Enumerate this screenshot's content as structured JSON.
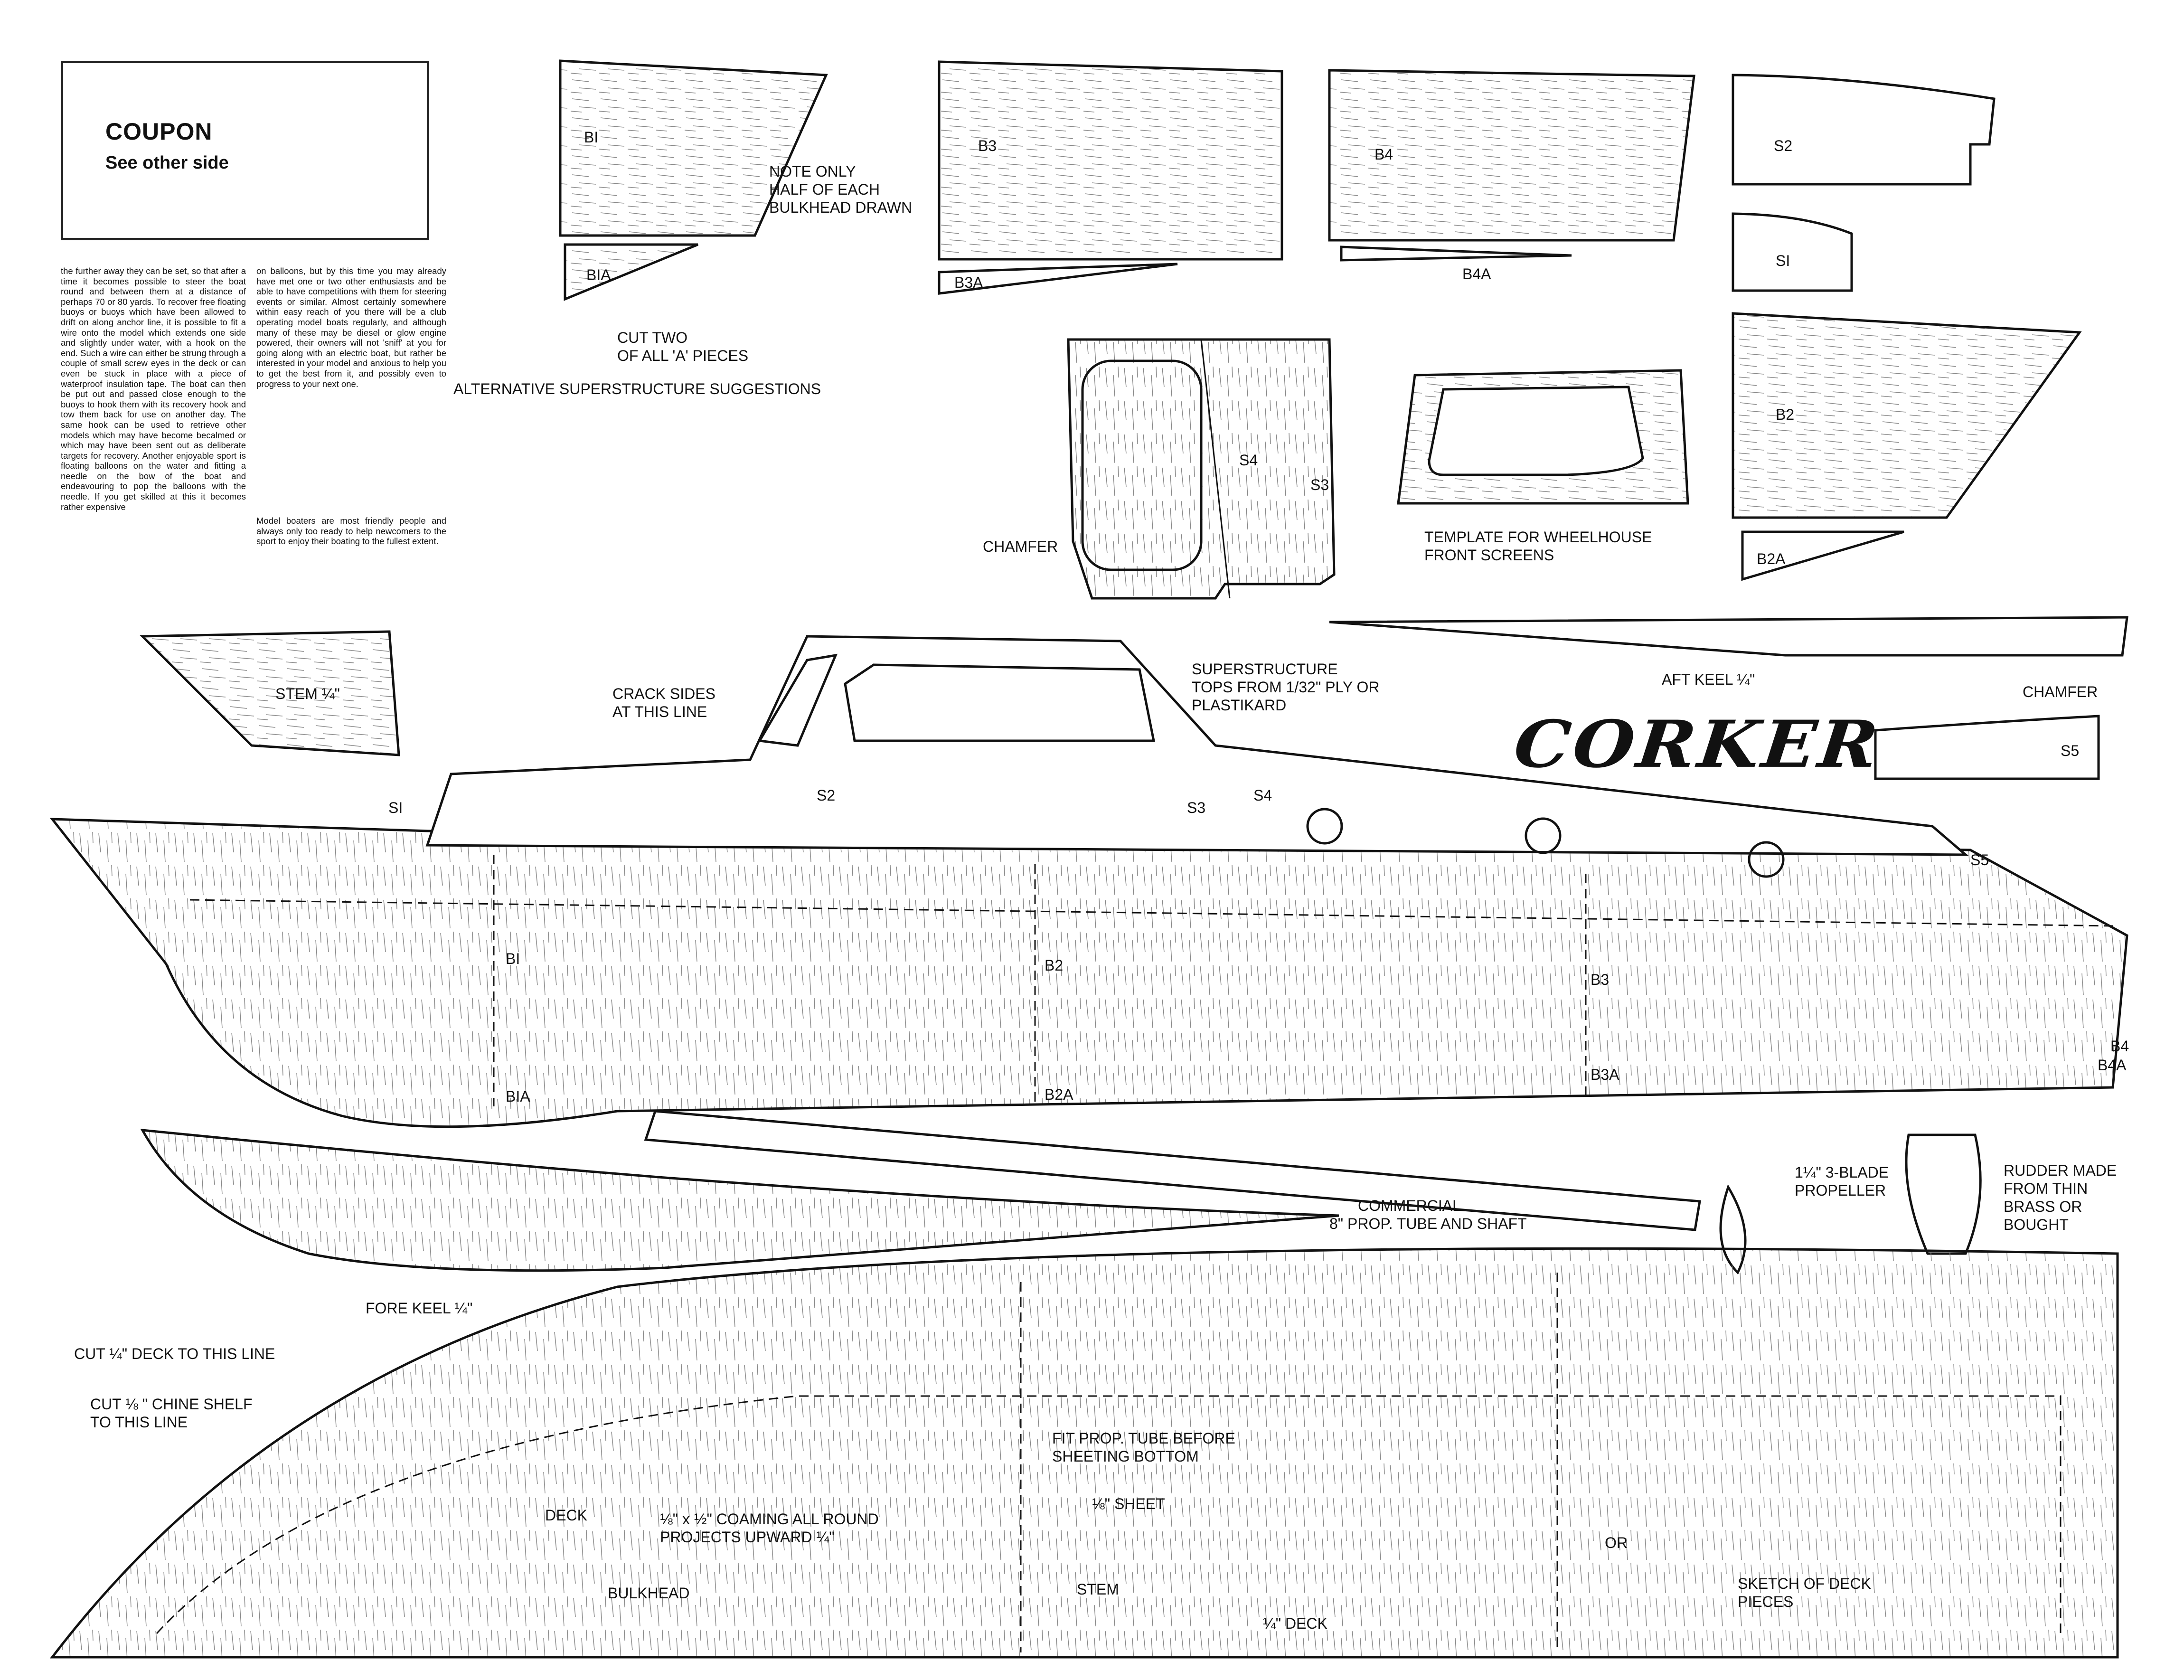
{
  "coupon": {
    "title": "COUPON",
    "subtitle": "See other side"
  },
  "article": {
    "col1": "the further away they can be set, so that after a time it becomes possible to steer the boat round and between them at a distance of perhaps 70 or 80 yards. To recover free floating buoys or buoys which have been allowed to drift on along anchor line, it is possible to fit a wire onto the model which extends one side and slightly under water, with a hook on the end. Such a wire can either be strung through a couple of small screw eyes in the deck or can even be stuck in place with a piece of waterproof insulation tape. The boat can then be put out and passed close enough to the buoys to hook them with its recovery hook and tow them back for use on another day. The same hook can be used to retrieve other models which may have become becalmed or which may have been sent out as deliberate targets for recovery. Another enjoyable sport is floating balloons on the water and fitting a needle on the bow of the boat and endeavouring to pop the balloons with the needle. If you get skilled at this it becomes rather expensive",
    "col2": "on balloons, but by this time you may already have met one or two other enthusiasts and be able to have competitions with them for steering events or similar. Almost certainly somewhere within easy reach of you there will be a club operating model boats regularly, and although many of these may be diesel or glow engine powered, their owners will not 'sniff' at you for going along with an electric boat, but rather be interested in your model and anxious to help you to get the best from it, and possibly even to progress to your next one.",
    "col2b": "Model boaters are most friendly people and always only too ready to help newcomers to the sport to enjoy their boating to the fullest extent."
  },
  "title": "CORKER",
  "labels": {
    "b1": "BI",
    "note": [
      "NOTE ONLY",
      "HALF OF EACH",
      "BULKHEAD DRAWN"
    ],
    "b1a": "BIA",
    "cut_two": [
      "CUT TWO",
      "OF ALL 'A' PIECES"
    ],
    "alt_super": "ALTERNATIVE SUPERSTRUCTURE SUGGESTIONS",
    "b3": "B3",
    "b3a": "B3A",
    "b4": "B4",
    "b4a": "B4A",
    "s2": "S2",
    "s1": "SI",
    "b2": "B2",
    "b2a": "B2A",
    "s4": "S4",
    "s3": "S3",
    "chamfer": "CHAMFER",
    "template": [
      "TEMPLATE FOR WHEELHOUSE",
      "FRONT SCREENS"
    ],
    "stem": "STEM ¼\"",
    "crack": [
      "CRACK SIDES",
      "AT THIS LINE"
    ],
    "super_tops": [
      "SUPERSTRUCTURE",
      "TOPS FROM 1/32\" PLY OR",
      "PLASTIKARD"
    ],
    "aft_keel": "AFT KEEL ¼\"",
    "s5": "S5",
    "prop": [
      "1¼\" 3-BLADE",
      "PROPELLER"
    ],
    "rudder": [
      "RUDDER MADE",
      "FROM THIN",
      "BRASS OR",
      "BOUGHT"
    ],
    "tube": [
      "COMMERCIAL",
      "8\" PROP. TUBE AND SHAFT"
    ],
    "fore_keel": "FORE KEEL ¼\"",
    "cut_deck": "CUT ¼\" DECK TO THIS LINE",
    "cut_chine": [
      "CUT ⅛ \" CHINE SHELF",
      "TO THIS LINE"
    ],
    "deck": "DECK",
    "coaming": [
      "⅛\" x ½\" COAMING ALL ROUND",
      "PROJECTS UPWARD ¼\""
    ],
    "bulkhead": "BULKHEAD",
    "fit_prop": [
      "FIT PROP. TUBE BEFORE",
      "SHEETING BOTTOM"
    ],
    "sheet": "⅛\" SHEET",
    "stem_label": "STEM",
    "quarter_deck": "¼\" DECK",
    "or": "OR",
    "sketch": [
      "SKETCH OF DECK",
      "PIECES"
    ]
  }
}
